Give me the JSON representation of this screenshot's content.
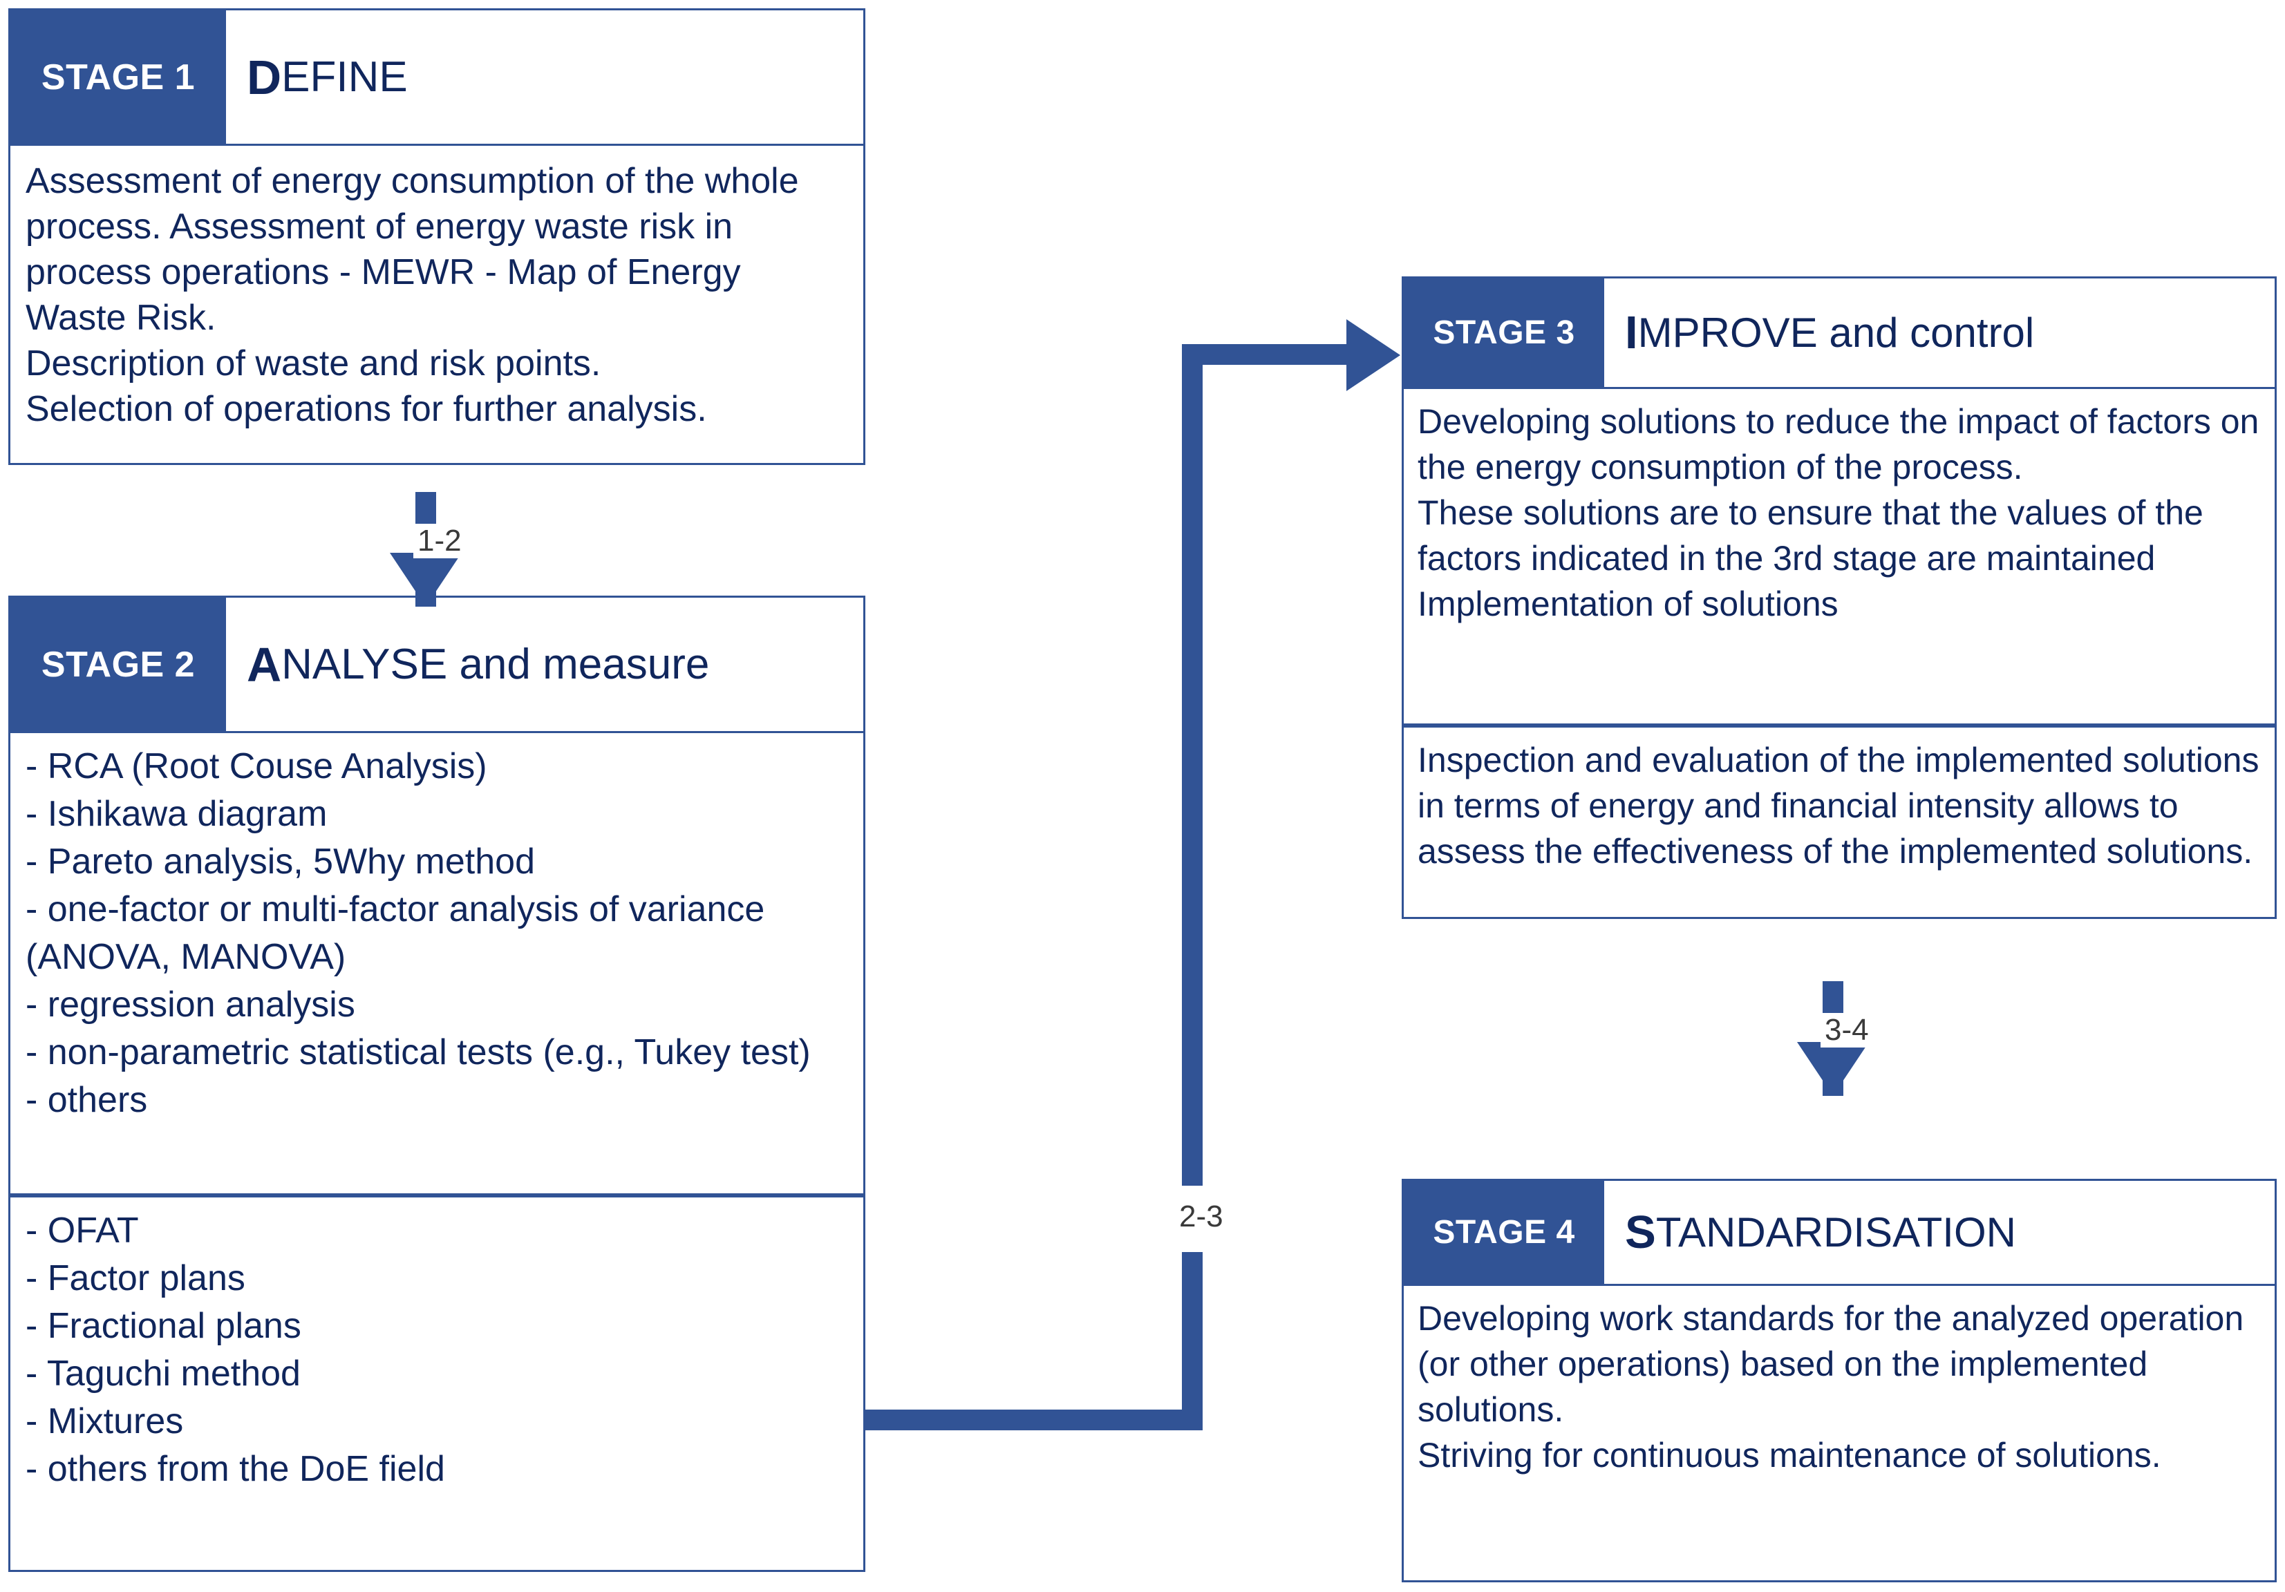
{
  "colors": {
    "accent": "#315395",
    "text_dark_blue": "#10265c",
    "label_gray": "#3a3a3a",
    "white": "#ffffff"
  },
  "stages": [
    {
      "tag": "STAGE 1",
      "title_lead": "D",
      "title_rest": "EFINE",
      "title_full": "DEFINE",
      "bodies": [
        "Assessment of energy consumption of the whole process. Assessment of energy waste risk in process operations - MEWR - Map of Energy Waste Risk.\nDescription of waste and risk points.\nSelection of operations for further analysis."
      ]
    },
    {
      "tag": "STAGE 2",
      "title_lead": "A",
      "title_rest": "NALYSE and measure",
      "title_full": "ANALYSE and measure",
      "bodies": [
        "- RCA (Root Couse Analysis)\n- Ishikawa diagram\n- Pareto analysis, 5Why method\n- one-factor or multi-factor analysis of variance (ANOVA, MANOVA)\n- regression analysis\n- non-parametric statistical tests (e.g., Tukey test)\n- others",
        "- OFAT\n- Factor plans\n- Fractional plans\n- Taguchi method\n- Mixtures\n- others from the DoE field"
      ]
    },
    {
      "tag": "STAGE 3",
      "title_lead": "I",
      "title_rest": "MPROVE and control",
      "title_full": "IMPROVE and control",
      "bodies": [
        "Developing solutions to reduce the impact of factors on the energy consumption of the process.\nThese solutions are to ensure that the values of the factors indicated in the 3rd stage are maintained\nImplementation of solutions",
        "Inspection and evaluation of the implemented solutions in terms of energy and financial intensity allows to assess the effectiveness of the implemented solutions."
      ]
    },
    {
      "tag": "STAGE 4",
      "title_lead": "S",
      "title_rest": "TANDARDISATION",
      "title_full": "STANDARDISATION",
      "bodies": [
        "Developing work standards for the analyzed operation (or other operations) based on the implemented solutions.\nStriving for continuous maintenance of solutions."
      ]
    }
  ],
  "connectors": [
    {
      "id": "1-2",
      "label": "1-2",
      "from": "STAGE 1",
      "to": "STAGE 2",
      "direction": "down"
    },
    {
      "id": "2-3",
      "label": "2-3",
      "from": "STAGE 2",
      "to": "STAGE 3",
      "direction": "elbow-up-right"
    },
    {
      "id": "3-4",
      "label": "3-4",
      "from": "STAGE 3",
      "to": "STAGE 4",
      "direction": "down"
    }
  ]
}
